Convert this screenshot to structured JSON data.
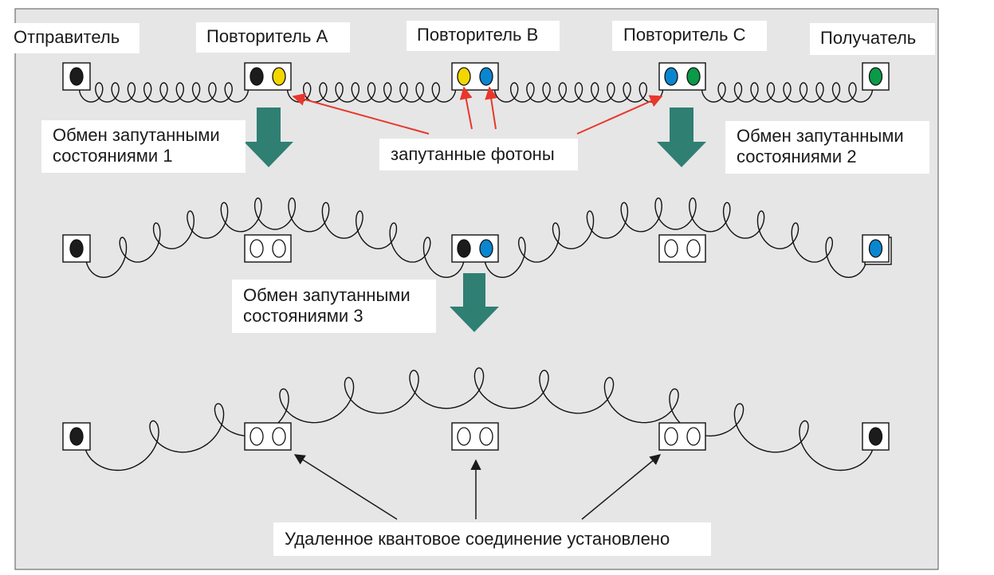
{
  "nodes": {
    "sender": "Отправитель",
    "repeater_a": "Повторитель A",
    "repeater_b": "Повторитель B",
    "repeater_c": "Повторитель C",
    "receiver": "Получатель"
  },
  "captions": {
    "swap1_line1": "Обмен запутанными",
    "swap1_line2": "состояниями 1",
    "swap2_line1": "Обмен запутанными",
    "swap2_line2": "состояниями 2",
    "swap3_line1": "Обмен запутанными",
    "swap3_line2": "состояниями 3",
    "entangled_photons": "запутанные фотоны",
    "established": "Удаленное квантовое соединение установлено"
  },
  "colors": {
    "photon_black": "#1c1c1c",
    "photon_yellow": "#f2d600",
    "photon_blue": "#0a86d0",
    "photon_green": "#0a9a48",
    "photon_empty": "#ffffff",
    "stage_arrow": "#2f7f73",
    "pointer_red": "#e8372c",
    "pointer_black": "#1a1a1a",
    "panel_background": "#e6e6e6"
  }
}
